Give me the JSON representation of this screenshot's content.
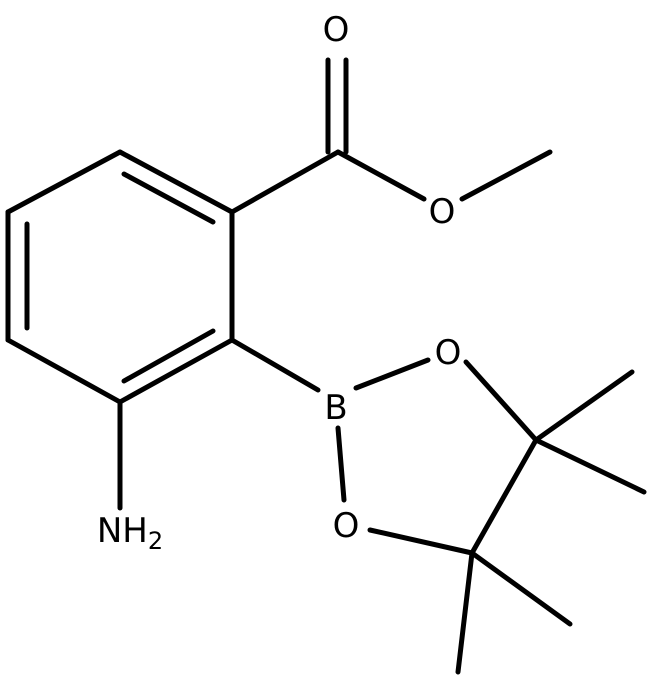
{
  "diagram": {
    "atoms": {
      "carbonyl_oxygen": "O",
      "ester_oxygen": "O",
      "boron": "B",
      "ring_oxygen_top": "O",
      "ring_oxygen_bottom": "O",
      "amine": {
        "main": "NH",
        "subscript": "2"
      }
    },
    "colors": {
      "bonds": "#000000",
      "labels": "#000000",
      "background": "#ffffff"
    }
  }
}
